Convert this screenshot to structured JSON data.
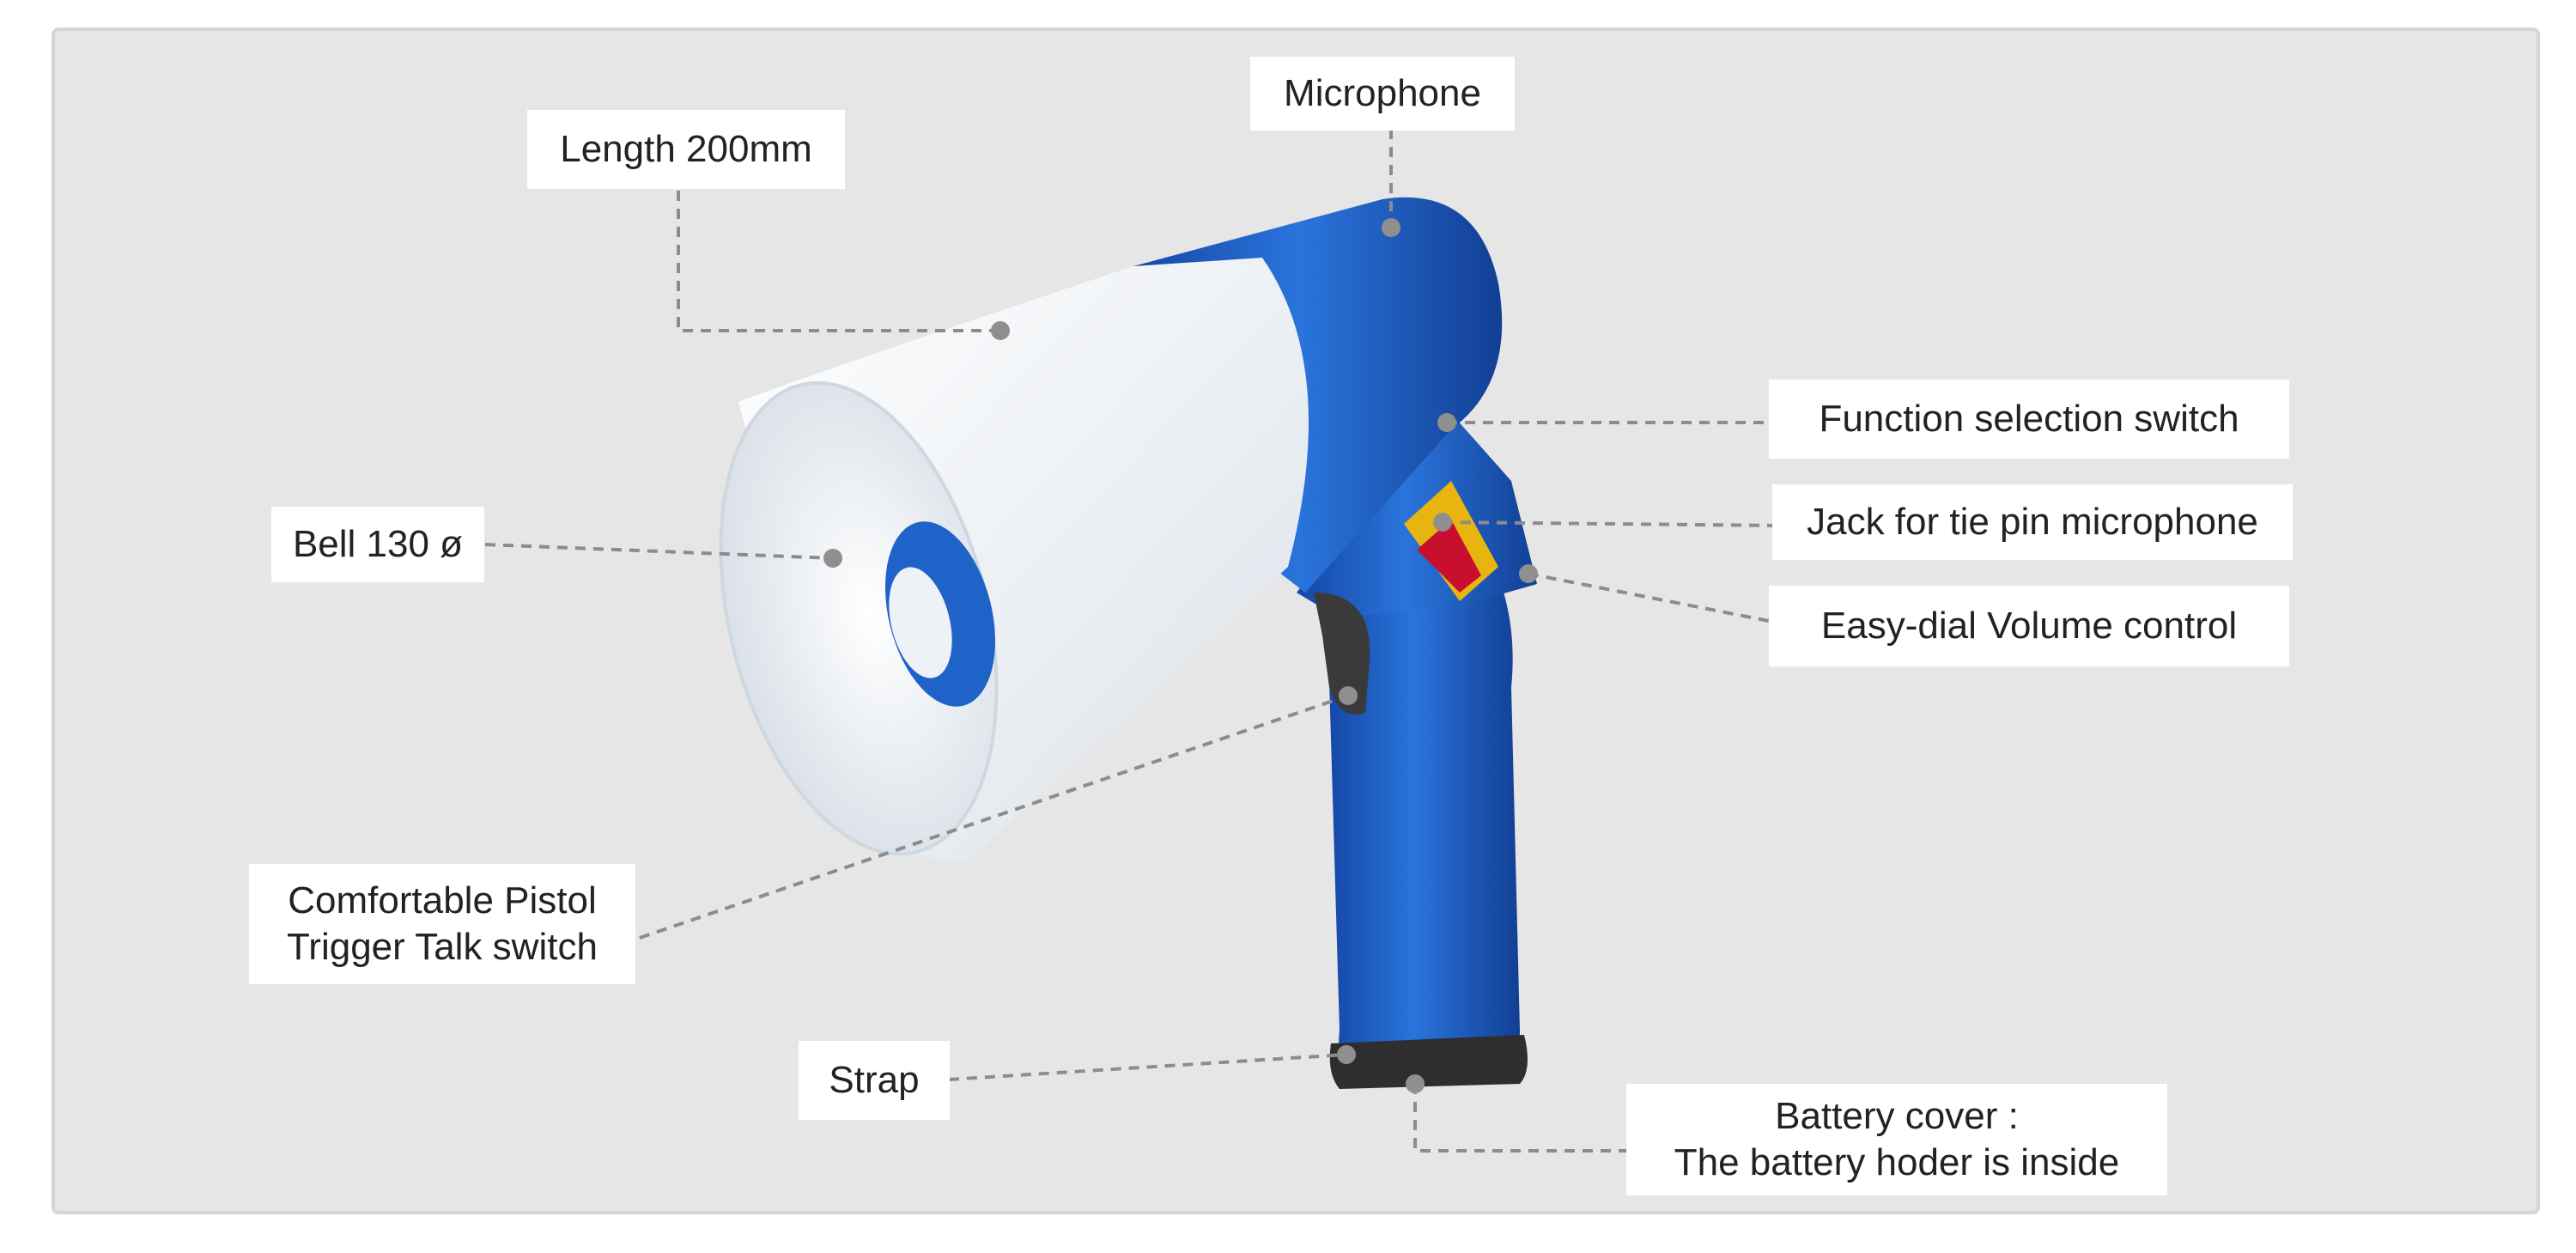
{
  "labels": {
    "microphone": "Microphone",
    "length": "Length 200mm",
    "function_switch": "Function selection switch",
    "jack": "Jack for tie pin microphone",
    "volume": "Easy-dial Volume control",
    "bell": "Bell 130 ø",
    "trigger_line1": "Comfortable Pistol",
    "trigger_line2": "Trigger Talk switch",
    "strap": "Strap",
    "battery_line1": "Battery cover :",
    "battery_line2": "The battery hoder is inside"
  },
  "colors": {
    "background": "#e6e6e6",
    "label_box": "#ffffff",
    "leader_line": "#8c8c8c",
    "body_blue": "#1e63c8",
    "bell_white": "#eef2f6"
  },
  "icons": {
    "product": "megaphone-illustration"
  }
}
